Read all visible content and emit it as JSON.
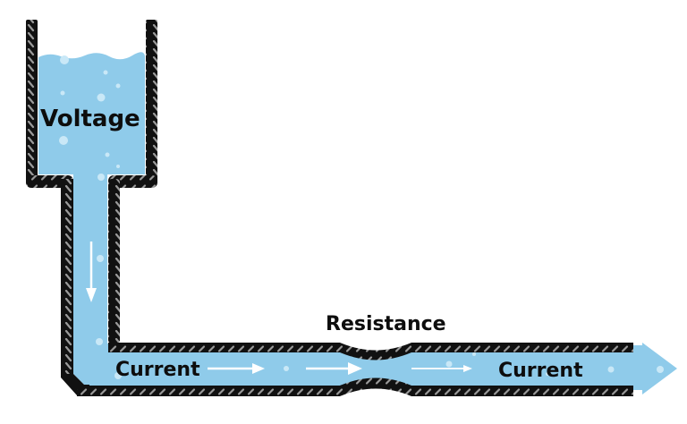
{
  "diagram": {
    "title": "Water pipe analogy of an electric circuit",
    "labels": {
      "voltage": "Voltage",
      "resistance": "Resistance",
      "current_left": "Current",
      "current_right": "Current"
    },
    "colors": {
      "water": "#8fcbea",
      "water_light": "#bfe3f5",
      "pipe_wall": "#111111",
      "pipe_hatch": "#9a9a9a",
      "flow_arrow": "#ffffff",
      "text": "#0d0d0d"
    },
    "components": [
      {
        "name": "water-tank",
        "represents": "Voltage"
      },
      {
        "name": "pipe",
        "represents": "Current"
      },
      {
        "name": "pipe-constriction",
        "represents": "Resistance"
      },
      {
        "name": "outflow-arrow",
        "represents": "Current"
      }
    ]
  }
}
